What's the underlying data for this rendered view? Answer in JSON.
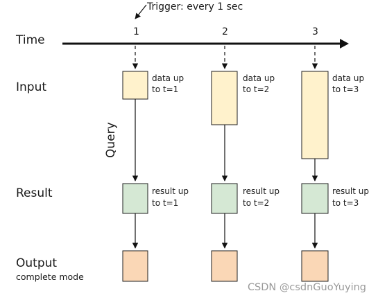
{
  "trigger_label": "Trigger: every 1 sec",
  "rows": {
    "time": "Time",
    "input": "Input",
    "result": "Result",
    "output": "Output",
    "output_mode": "complete mode"
  },
  "query_label": "Query",
  "columns": [
    {
      "tick": "1",
      "input_note": [
        "data up",
        "to t=1"
      ],
      "result_note": [
        "result up",
        "to t=1"
      ]
    },
    {
      "tick": "2",
      "input_note": [
        "data up",
        "to t=2"
      ],
      "result_note": [
        "result up",
        "to t=2"
      ]
    },
    {
      "tick": "3",
      "input_note": [
        "data up",
        "to t=3"
      ],
      "result_note": [
        "result up",
        "to t=3"
      ]
    }
  ],
  "watermark": "CSDN @csdnGuoYuying",
  "colors": {
    "input_fill": "#fff2cc",
    "result_fill": "#d5e8d4",
    "output_fill": "#fad7b6"
  }
}
